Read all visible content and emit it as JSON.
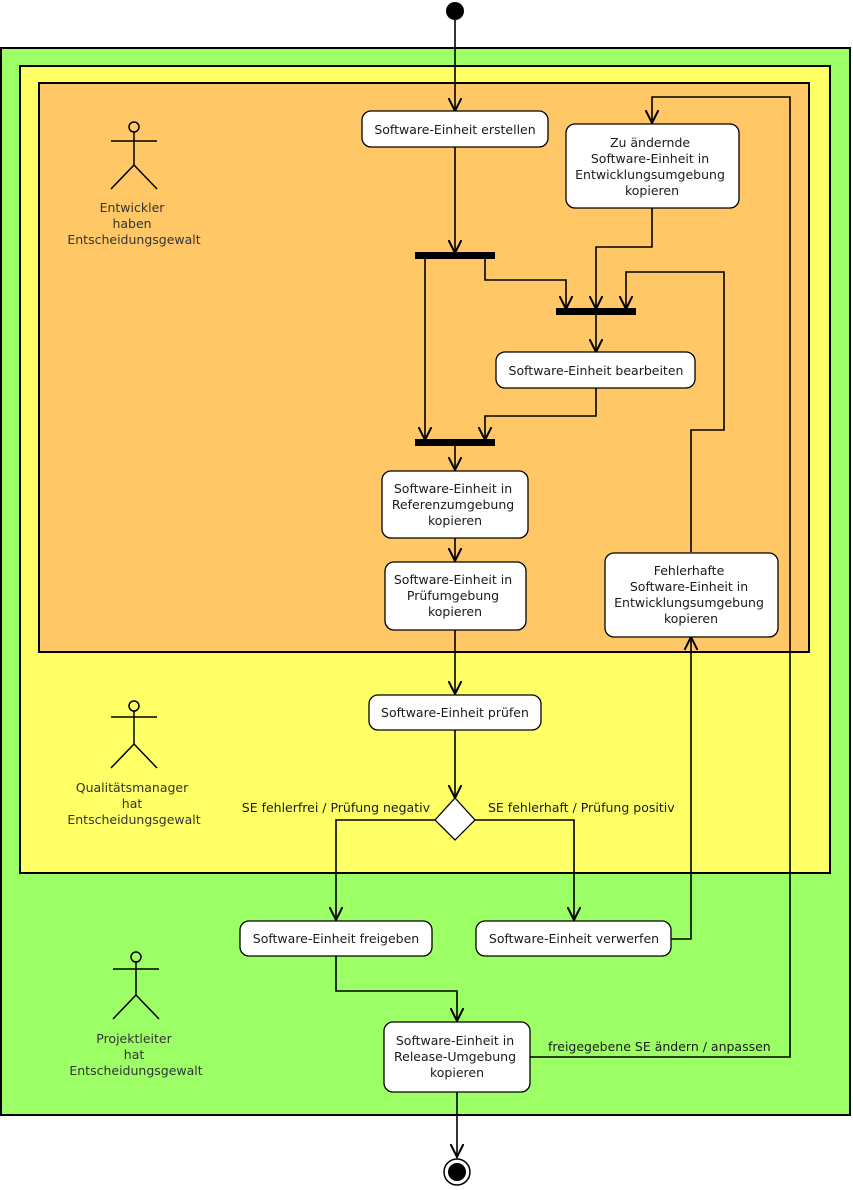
{
  "colors": {
    "zone_projektleiter": "#9cff66",
    "zone_qualitaet": "#ffff66",
    "zone_entwickler": "#ffc766"
  },
  "actors": {
    "entwickler": [
      "Entwickler",
      "haben",
      "Entscheidungsgewalt"
    ],
    "qualitaet": [
      "Qualitätsmanager",
      "hat",
      "Entscheidungsgewalt"
    ],
    "projektleiter": [
      "Projektleiter",
      "hat",
      "Entscheidungsgewalt"
    ]
  },
  "activities": {
    "erstellen": [
      "Software-Einheit erstellen"
    ],
    "aendernde_kopieren": [
      "Zu ändernde",
      "Software-Einheit in",
      "Entwicklungsumgebung",
      "kopieren"
    ],
    "bearbeiten": [
      "Software-Einheit bearbeiten"
    ],
    "referenz_kopieren": [
      "Software-Einheit in",
      "Referenzumgebung",
      "kopieren"
    ],
    "pruef_kopieren": [
      "Software-Einheit in",
      "Prüfumgebung",
      "kopieren"
    ],
    "fehlerhafte_kopieren": [
      "Fehlerhafte",
      "Software-Einheit in",
      "Entwicklungsumgebung",
      "kopieren"
    ],
    "pruefen": [
      "Software-Einheit prüfen"
    ],
    "freigeben": [
      "Software-Einheit freigeben"
    ],
    "verwerfen": [
      "Software-Einheit verwerfen"
    ],
    "release_kopieren": [
      "Software-Einheit in",
      "Release-Umgebung",
      "kopieren"
    ]
  },
  "guards": {
    "fehlerfrei": "SE fehlerfrei / Prüfung negativ",
    "fehlerhaft": "SE fehlerhaft / Prüfung positiv",
    "aendern": "freigegebene SE ändern / anpassen"
  }
}
